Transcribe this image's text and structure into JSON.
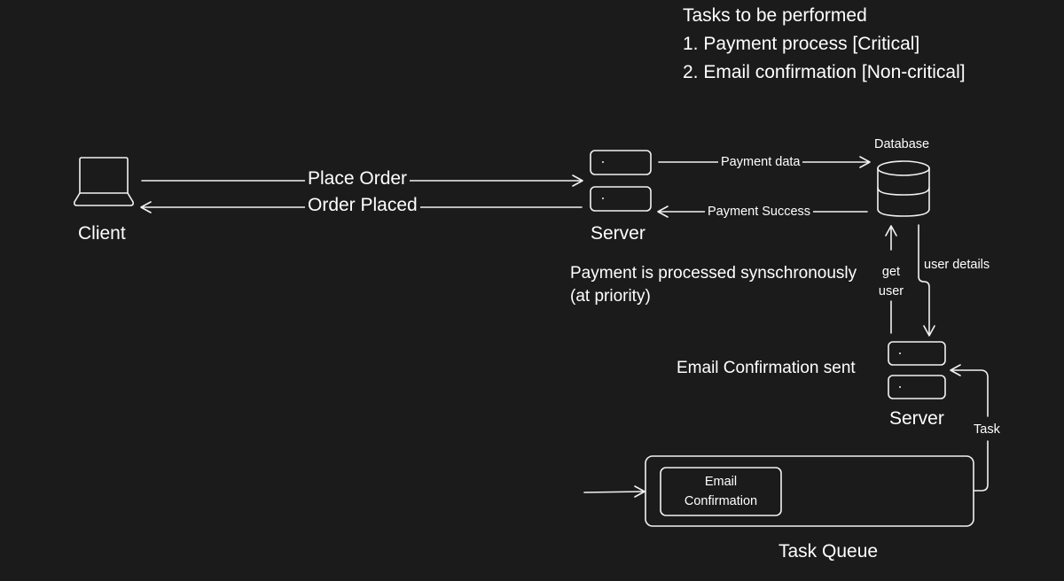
{
  "tasks": {
    "title": "Tasks to be performed",
    "items": [
      "1. Payment process [Critical]",
      "2. Email confirmation [Non-critical]"
    ]
  },
  "client": {
    "label": "Client",
    "icon": "laptop-icon"
  },
  "client_server_flow": {
    "request_label": "Place Order",
    "response_label": "Order Placed"
  },
  "main_server": {
    "label": "Server",
    "icon": "server-icon"
  },
  "database": {
    "label": "Database",
    "icon": "database-icon"
  },
  "server_db_flow": {
    "request_label": "Payment data",
    "response_label": "Payment Success"
  },
  "sync_note": {
    "line1": "Payment is processed synschronously",
    "line2": "(at priority)"
  },
  "db_email_flow": {
    "get_user_line1": "get",
    "get_user_line2": "user",
    "user_details_label": "user details"
  },
  "email_server": {
    "label": "Server",
    "icon": "server-icon",
    "note": "Email Confirmation sent"
  },
  "queue_flow": {
    "task_label": "Task"
  },
  "task_queue": {
    "label": "Task Queue",
    "item_line1": "Email",
    "item_line2": "Confirmation"
  },
  "colors": {
    "background": "#1b1b1b",
    "stroke": "#f2f2f2",
    "text": "#ffffff"
  }
}
